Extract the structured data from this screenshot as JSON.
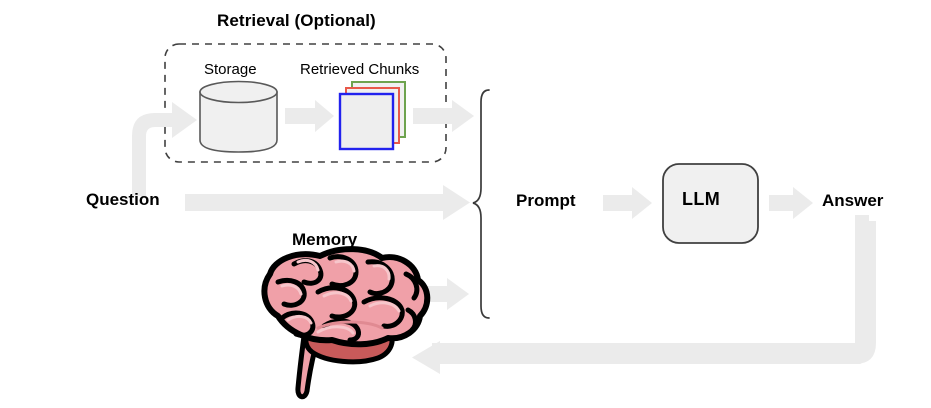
{
  "diagram": {
    "title": "Retrieval-augmented LLM pipeline with memory",
    "nodes": {
      "retrieval_group_title": "Retrieval (Optional)",
      "storage_label": "Storage",
      "chunks_label": "Retrieved Chunks",
      "question_label": "Question",
      "prompt_label": "Prompt",
      "llm_label": "LLM",
      "answer_label": "Answer",
      "memory_label": "Memory"
    },
    "icons": {
      "storage": "database-cylinder-icon",
      "chunks": "stacked-documents-icon",
      "memory": "brain-icon",
      "llm": "rounded-box-icon",
      "brace": "curly-brace-icon"
    },
    "colors": {
      "arrow_gray": "#ebebeb",
      "cylinder_fill": "#f0f0f0",
      "cylinder_stroke": "#595959",
      "llm_fill": "#f0f0f0",
      "llm_stroke": "#404040",
      "dashed_stroke": "#404040",
      "chunk_front": "#2222ee",
      "chunk_middle": "#e8594a",
      "chunk_back": "#6ea34e",
      "chunk_fill": "#eeeeee",
      "brain_fill": "#f0a0a8",
      "brain_outline": "#000000",
      "brain_cerebellum": "#c85a5a",
      "text": "#000000",
      "background": "#ffffff"
    },
    "edges": [
      {
        "name": "question-to-storage",
        "from": "Question",
        "to": "Storage",
        "style": "elbow-arrow"
      },
      {
        "name": "storage-to-chunks",
        "from": "Storage",
        "to": "Retrieved Chunks",
        "style": "arrow"
      },
      {
        "name": "chunks-to-prompt",
        "from": "Retrieved Chunks",
        "to": "Prompt",
        "style": "arrow"
      },
      {
        "name": "question-to-prompt",
        "from": "Question",
        "to": "Prompt",
        "style": "arrow"
      },
      {
        "name": "memory-to-prompt",
        "from": "Memory",
        "to": "Prompt",
        "style": "arrow"
      },
      {
        "name": "prompt-to-llm",
        "from": "Prompt",
        "to": "LLM",
        "style": "arrow"
      },
      {
        "name": "llm-to-answer",
        "from": "LLM",
        "to": "Answer",
        "style": "arrow"
      },
      {
        "name": "answer-to-memory",
        "from": "Answer",
        "to": "Memory",
        "style": "feedback-arrow"
      }
    ]
  }
}
